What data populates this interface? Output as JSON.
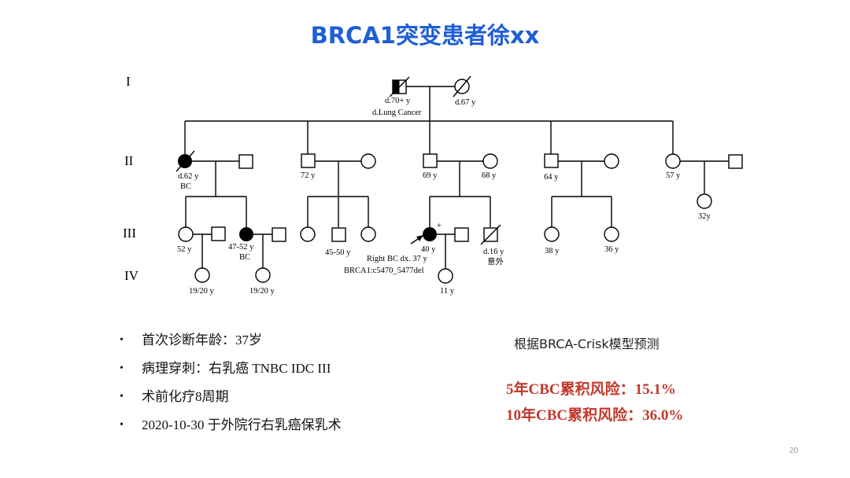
{
  "title": "BRCA1突变患者徐xx",
  "pedigree": {
    "generations": [
      "I",
      "II",
      "III",
      "IV"
    ],
    "labels": {
      "I1_age": "d.70+ y",
      "I1_cause": "d.Lung Cancer",
      "I2_age": "d.67 y",
      "II1_age": "d.62 y",
      "II1_dx": "BC",
      "II3_age": "72 y",
      "II5_age": "69 y",
      "II6_age": "68 y",
      "II7_age": "64 y",
      "II9_age": "57 y",
      "III_c1_age": "32y",
      "III1_age": "52 y",
      "III3_age": "47-52 y",
      "III3_dx": "BC",
      "III6_age": "45-50 y",
      "III8_age": "40 y",
      "III8_plus": "+",
      "III8_dx": "Right BC dx. 37 y",
      "III8_mut": "BRCA1:c5470_5477del",
      "III10_age": "d.16 y",
      "III10_cause": "意外",
      "III11_age": "38 y",
      "III12_age": "36 y",
      "IV1_age": "19/20 y",
      "IV2_age": "19/20 y",
      "IV3_age": "11 y"
    }
  },
  "bullets": [
    "首次诊断年龄：37岁",
    "病理穿刺：右乳癌 TNBC IDC III",
    "术前化疗8周期",
    "2020-10-30 于外院行右乳癌保乳术"
  ],
  "bullet_symbol": "•",
  "model_title": "根据BRCA-Crisk模型预测",
  "risk_5yr": "5年CBC累积风险：15.1%",
  "risk_10yr": "10年CBC累积风险：36.0%",
  "page_number": "20",
  "colors": {
    "title": "#1f5fd6",
    "risk": "#c0392b"
  }
}
